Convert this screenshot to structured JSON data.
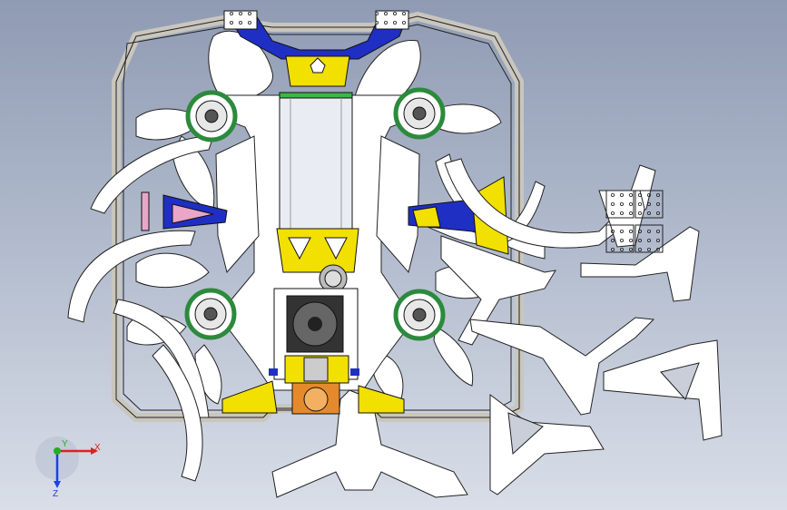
{
  "viewport": {
    "background_top": "#8f9bb3",
    "background_bottom": "#d9dee8"
  },
  "model": {
    "frame_color": "#ffffff",
    "duct_color": "#c9c6bd",
    "accent_blue": "#1f2fc4",
    "accent_yellow": "#f2e000",
    "motor_ring_green": "#2c8a3c",
    "battery_color": "#e9edf3",
    "battery_band": "#3db54a",
    "camera_orange": "#e58a2c",
    "line_color": "#111111"
  },
  "triad": {
    "x_label": "X",
    "y_label": "Y",
    "z_label": "Z",
    "x_color": "#e02020",
    "y_color": "#20b020",
    "z_color": "#2040e0",
    "icon": "coordinate-triad-icon"
  }
}
